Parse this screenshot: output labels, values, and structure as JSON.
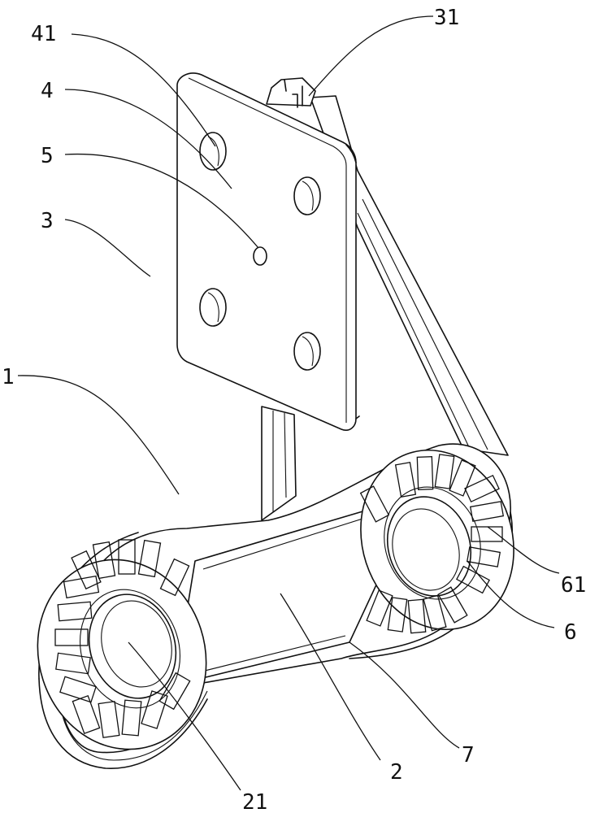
{
  "labels": {
    "l41": "41",
    "l4": "4",
    "l5": "5",
    "l3": "3",
    "l1": "1",
    "l31": "31",
    "l61": "61",
    "l6": "6",
    "l7": "7",
    "l2": "2",
    "l21": "21"
  }
}
